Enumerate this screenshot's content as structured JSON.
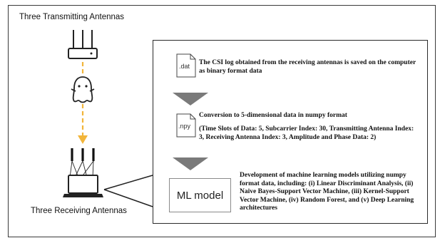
{
  "labels": {
    "transmit": "Three Transmitting Antennas",
    "receive": "Three Receiving Antennas"
  },
  "steps": {
    "dat": {
      "file_ext": ".dat",
      "text": "The CSI log obtained from the receiving antennas is saved on the computer as binary format data"
    },
    "npy": {
      "file_ext": ".npy",
      "title": "Conversion to 5-dimensional data in numpy format",
      "detail": "(Time Slots of Data: 5, Subcarrier Index: 30, Transmitting Antenna Index: 3, Receiving Antenna Index: 3, Amplitude and Phase Data: 2)"
    },
    "ml": {
      "box_label": "ML model",
      "text": "Development of machine learning models utilizing numpy format data, including: (i) Linear Discriminant Analysis, (ii) Naive Bayes-Support Vector Machine, (iii) Kernel-Support Vector Machine, (iv) Random Forest, and (v) Deep Learning architectures"
    }
  },
  "colors": {
    "signal_arrow": "#f2b53a",
    "flow_arrow": "#7a7a7a",
    "outline": "#222222"
  },
  "icons": [
    "router-icon",
    "ghost-person-icon",
    "antenna-icon",
    "laptop-icon",
    "file-icon",
    "down-triangle-icon"
  ]
}
